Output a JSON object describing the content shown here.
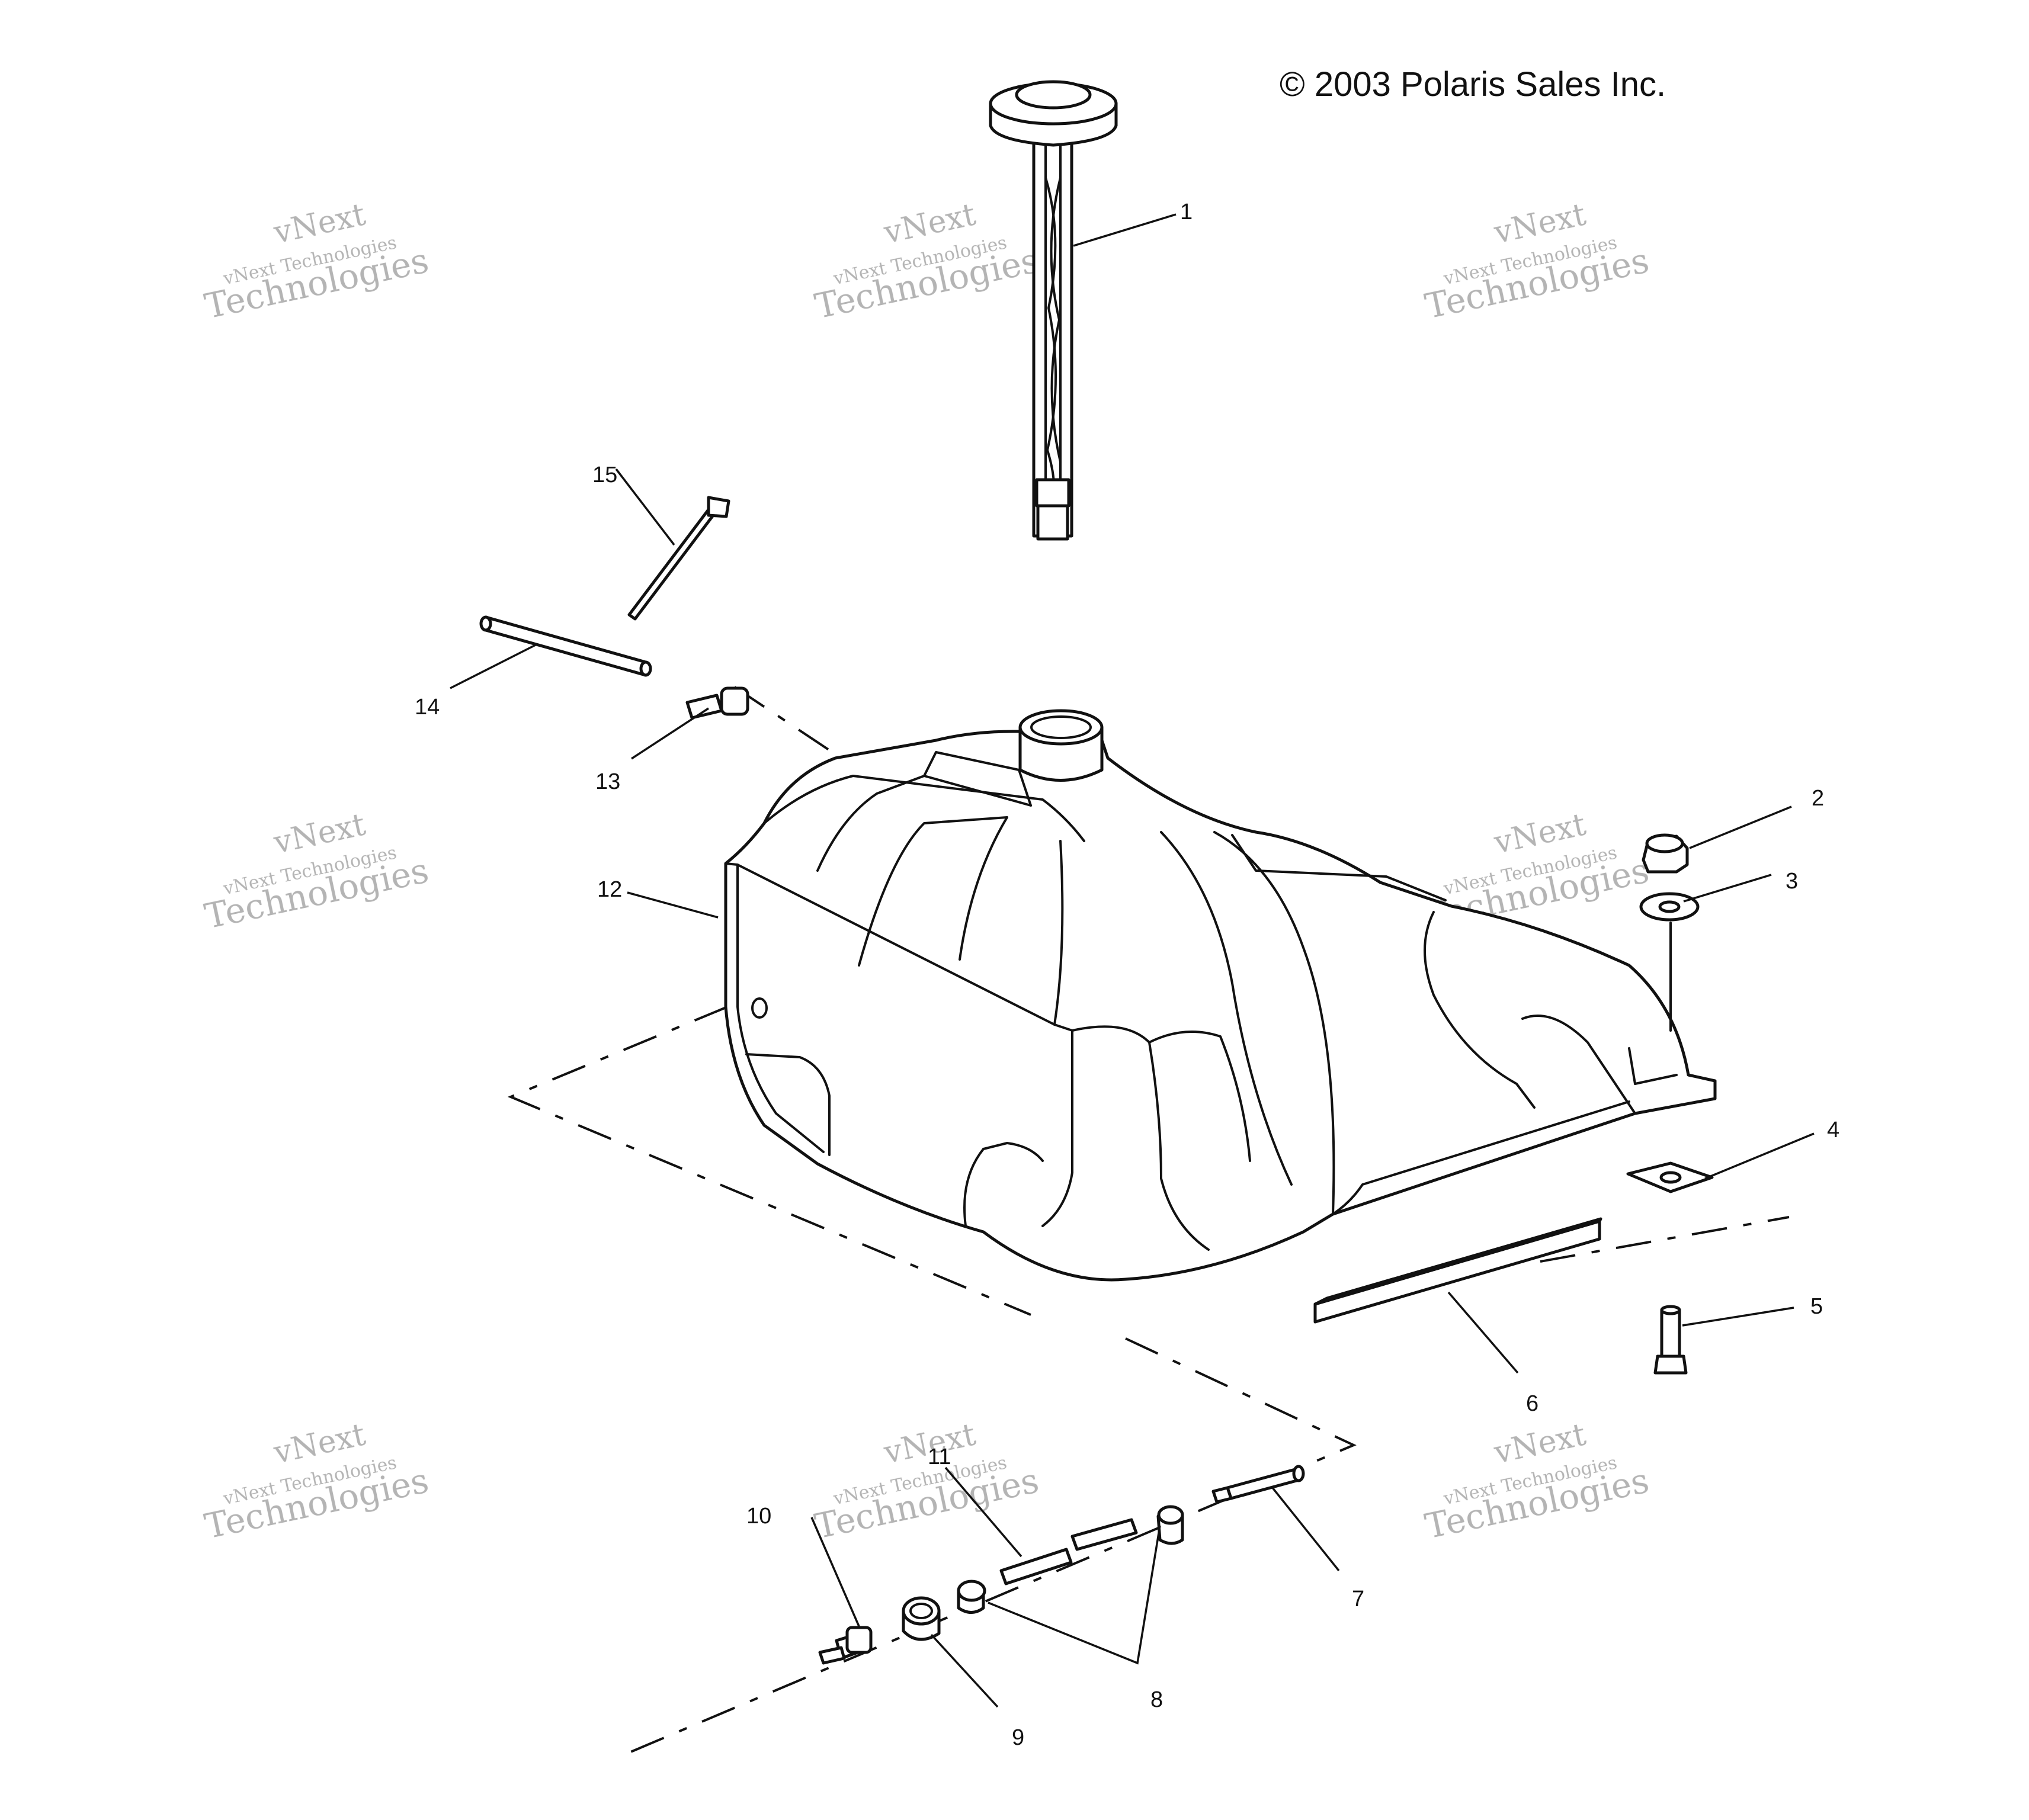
{
  "copyright": "© 2003 Polaris Sales Inc.",
  "watermark": {
    "line1": "vNext",
    "line2": "vNext Technologies",
    "line3": "Technologies"
  },
  "callouts": [
    {
      "id": "1",
      "label": "1"
    },
    {
      "id": "2",
      "label": "2"
    },
    {
      "id": "3",
      "label": "3"
    },
    {
      "id": "4",
      "label": "4"
    },
    {
      "id": "5",
      "label": "5"
    },
    {
      "id": "6",
      "label": "6"
    },
    {
      "id": "7",
      "label": "7"
    },
    {
      "id": "8",
      "label": "8"
    },
    {
      "id": "9",
      "label": "9"
    },
    {
      "id": "10",
      "label": "10"
    },
    {
      "id": "11",
      "label": "11"
    },
    {
      "id": "12",
      "label": "12"
    },
    {
      "id": "13",
      "label": "13"
    },
    {
      "id": "14",
      "label": "14"
    },
    {
      "id": "15",
      "label": "15"
    }
  ]
}
